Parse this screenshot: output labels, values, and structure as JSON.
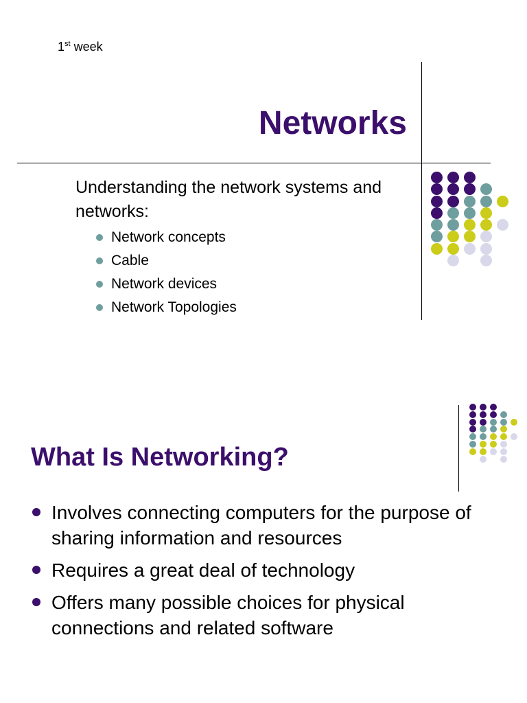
{
  "slide1": {
    "week_number": "1",
    "week_suffix": "st",
    "week_label": "week",
    "title": "Networks",
    "intro": "Understanding the network systems and networks:",
    "items": [
      "Network concepts",
      "Cable",
      "Network devices",
      "Network Topologies"
    ]
  },
  "slide2": {
    "title": "What Is Networking?",
    "bullets": [
      "Involves connecting computers for the purpose of sharing information and resources",
      "Requires a great deal of technology",
      "Offers many possible choices for physical connections and related software"
    ]
  },
  "decoration": {
    "colors": {
      "P": "#3b0f6b",
      "T": "#6f9e9e",
      "Y": "#cccc1a",
      "L": "#d8d8ea"
    },
    "pattern": [
      "PPP..",
      "PPPT.",
      "PPTTY",
      "PTTY.",
      "TTYYL",
      "TYYL.",
      "YYLL.",
      ".L.L."
    ]
  }
}
